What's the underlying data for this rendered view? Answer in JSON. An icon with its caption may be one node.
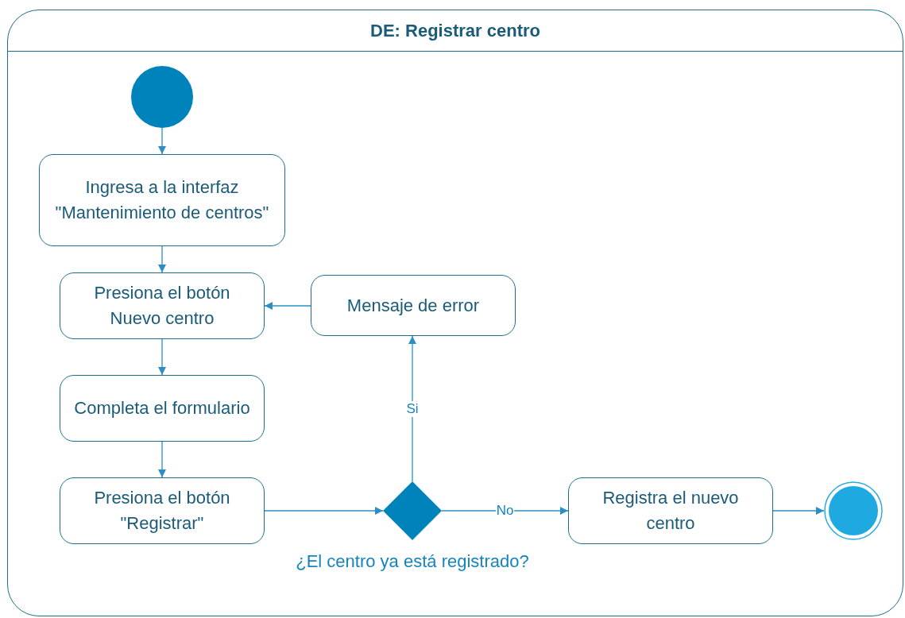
{
  "diagram": {
    "nodes": [
      {
        "text": [
          "DE: Registrar centro"
        ]
      },
      {
        "text": [],
        "shape": "circle",
        "in": 0
      },
      {
        "text": [
          "Ingresa a la interfaz \"Mantenimiento de centros\""
        ],
        "in": 0
      },
      {
        "text": [
          "Presiona el botón Nuevo centro"
        ],
        "in": 0
      },
      {
        "text": [
          "Mensaje de error"
        ],
        "in": 0
      },
      {
        "text": [
          "Completa el formulario"
        ],
        "in": 0
      },
      {
        "text": [
          "Presiona el botón \"Registrar\""
        ],
        "in": 0
      },
      {
        "text": [],
        "shape": "diamond",
        "in": 0,
        "beside": [
          "¿El centro ya está registrado?"
        ]
      },
      {
        "text": [
          "Registra el nuevo centro"
        ],
        "in": 0
      },
      {
        "text": [],
        "shape": "target",
        "in": 0
      }
    ],
    "edges": [
      {
        "from": 1,
        "to": 2,
        "arrow": "to"
      },
      {
        "from": 2,
        "to": 3,
        "arrow": "to"
      },
      {
        "from": 3,
        "to": 5,
        "arrow": "to"
      },
      {
        "from": 5,
        "to": 6,
        "arrow": "to"
      },
      {
        "from": 6,
        "to": 7,
        "arrow": "to"
      },
      {
        "from": 7,
        "to": 4,
        "arrow": "to",
        "label": "Si"
      },
      {
        "from": 4,
        "to": 3,
        "arrow": "to"
      },
      {
        "from": 7,
        "to": 8,
        "arrow": "to",
        "label": "No"
      },
      {
        "from": 8,
        "to": 9,
        "arrow": "to"
      }
    ]
  }
}
